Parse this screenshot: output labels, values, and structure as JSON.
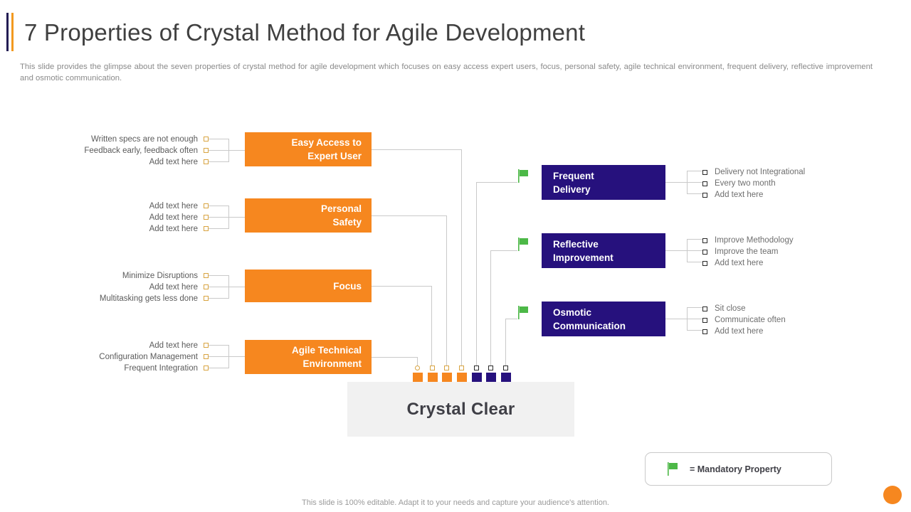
{
  "header": {
    "title": "7 Properties of Crystal Method for Agile Development",
    "subtitle": "This slide provides the glimpse about the seven properties of crystal method for agile development which focuses on easy access expert users, focus, personal safety, agile technical environment, frequent delivery, reflective improvement and osmotic communication."
  },
  "left_properties": [
    {
      "title_line1": "Easy Access to",
      "title_line2": "Expert User",
      "bullets": [
        "Written specs are not enough",
        "Feedback early, feedback often",
        "Add text here"
      ]
    },
    {
      "title_line1": "Personal",
      "title_line2": "Safety",
      "bullets": [
        "Add text here",
        "Add text here",
        "Add text here"
      ]
    },
    {
      "title_line1": "Focus",
      "title_line2": "",
      "bullets": [
        "Minimize Disruptions",
        "Add text here",
        "Multitasking gets less done"
      ]
    },
    {
      "title_line1": "Agile Technical",
      "title_line2": "Environment",
      "bullets": [
        "Add text here",
        "Configuration Management",
        "Frequent Integration"
      ]
    }
  ],
  "right_properties": [
    {
      "title_line1": "Frequent",
      "title_line2": "Delivery",
      "bullets": [
        "Delivery not Integrational",
        "Every two month",
        "Add text here"
      ]
    },
    {
      "title_line1": "Reflective",
      "title_line2": "Improvement",
      "bullets": [
        "Improve Methodology",
        "Improve the team",
        "Add text here"
      ]
    },
    {
      "title_line1": "Osmotic",
      "title_line2": "Communication",
      "bullets": [
        "Sit close",
        "Communicate often",
        "Add text here"
      ]
    }
  ],
  "center": {
    "label": "Crystal Clear",
    "bars": [
      "orange",
      "orange",
      "orange",
      "orange",
      "navy",
      "navy",
      "navy"
    ]
  },
  "legend": {
    "text": "= Mandatory Property",
    "icon": "green-flag-icon"
  },
  "footer": {
    "note": "This slide is 100% editable. Adapt it to your needs and capture your audience's attention."
  },
  "colors": {
    "orange": "#f6871f",
    "navy": "#26117d",
    "green": "#4cb847",
    "grey_panel": "#f1f1f1",
    "line": "#c9c9c9"
  }
}
